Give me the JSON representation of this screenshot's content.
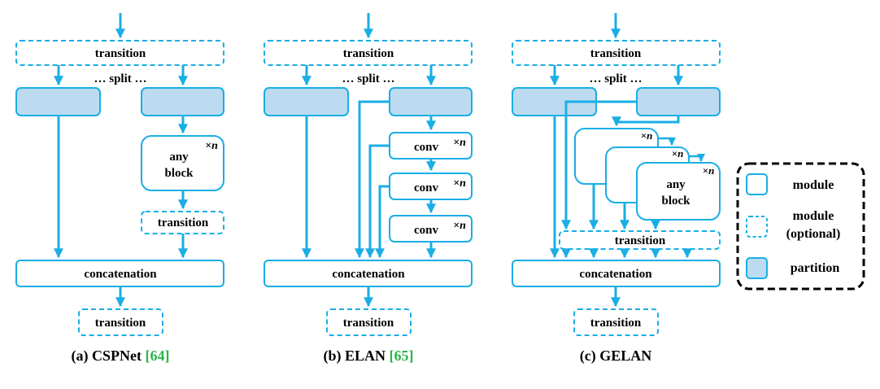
{
  "colors": {
    "line": "#1aaee5",
    "partition_fill": "#bcdbf1",
    "cite": "#2db34a",
    "text": "#000000"
  },
  "cspnet": {
    "transition_top": "transition",
    "split": "… split …",
    "block": [
      "any",
      "block"
    ],
    "repeat": "×n",
    "transition_mid": "transition",
    "concat": "concatenation",
    "transition_bottom": "transition",
    "caption": "(a) CSPNet ",
    "cite": "[64]"
  },
  "elan": {
    "transition_top": "transition",
    "split": "… split …",
    "convs": [
      "conv",
      "conv",
      "conv"
    ],
    "repeat": "×n",
    "concat": "concatenation",
    "transition_bottom": "transition",
    "caption": "(b) ELAN ",
    "cite": "[65]"
  },
  "gelan": {
    "transition_top": "transition",
    "split": "… split …",
    "block": [
      "any",
      "block"
    ],
    "repeat": "×n",
    "transition_mid": "transition",
    "concat": "concatenation",
    "transition_bottom": "transition",
    "caption": "(c) GELAN"
  },
  "legend": {
    "module": "module",
    "module_optional": [
      "module",
      "(optional)"
    ],
    "partition": "partition"
  }
}
